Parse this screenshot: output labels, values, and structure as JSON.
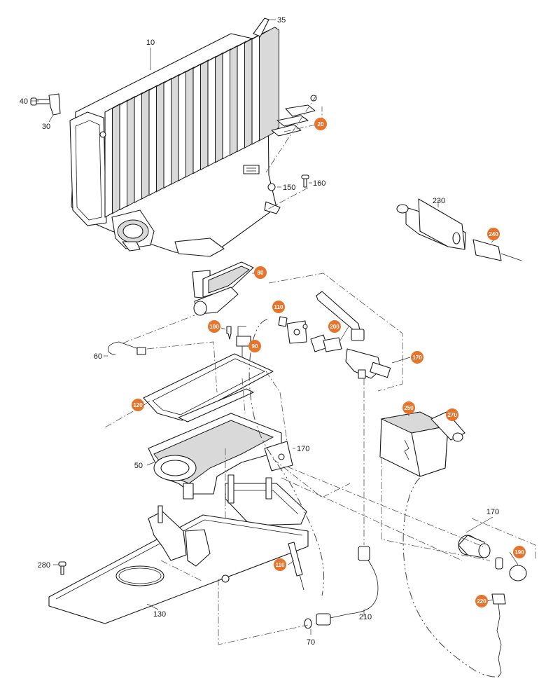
{
  "diagram": {
    "accent_color": "#e8732a",
    "plain_labels": [
      "35",
      "10",
      "40",
      "30",
      "150",
      "160",
      "230",
      "60",
      "170",
      "50",
      "280",
      "130",
      "70",
      "210",
      "170",
      "170"
    ],
    "badge_labels": [
      "20",
      "240",
      "80",
      "110",
      "100",
      "90",
      "200",
      "170",
      "120",
      "250",
      "270",
      "110",
      "190",
      "220"
    ]
  }
}
